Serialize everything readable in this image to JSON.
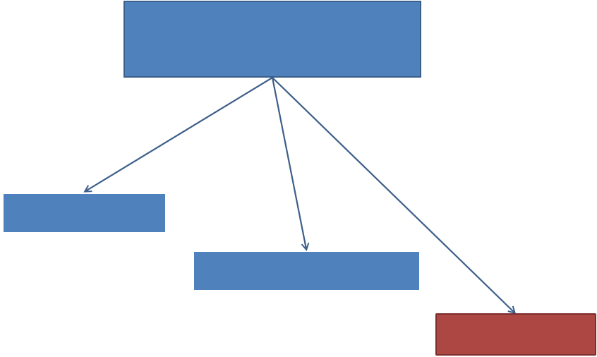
{
  "diagram": {
    "colors": {
      "primary_fill": "#4f81bd",
      "primary_border": "#3a5f8a",
      "highlight_fill": "#ac4744",
      "highlight_border": "#7d2e2c",
      "connector": "#3e5f8a"
    },
    "nodes": {
      "root": {
        "label": ""
      },
      "left_child": {
        "label": ""
      },
      "middle_child": {
        "label": ""
      },
      "right_child": {
        "label": ""
      }
    },
    "edges": [
      {
        "from": "root",
        "to": "left_child"
      },
      {
        "from": "root",
        "to": "middle_child"
      },
      {
        "from": "root",
        "to": "right_child"
      }
    ]
  }
}
